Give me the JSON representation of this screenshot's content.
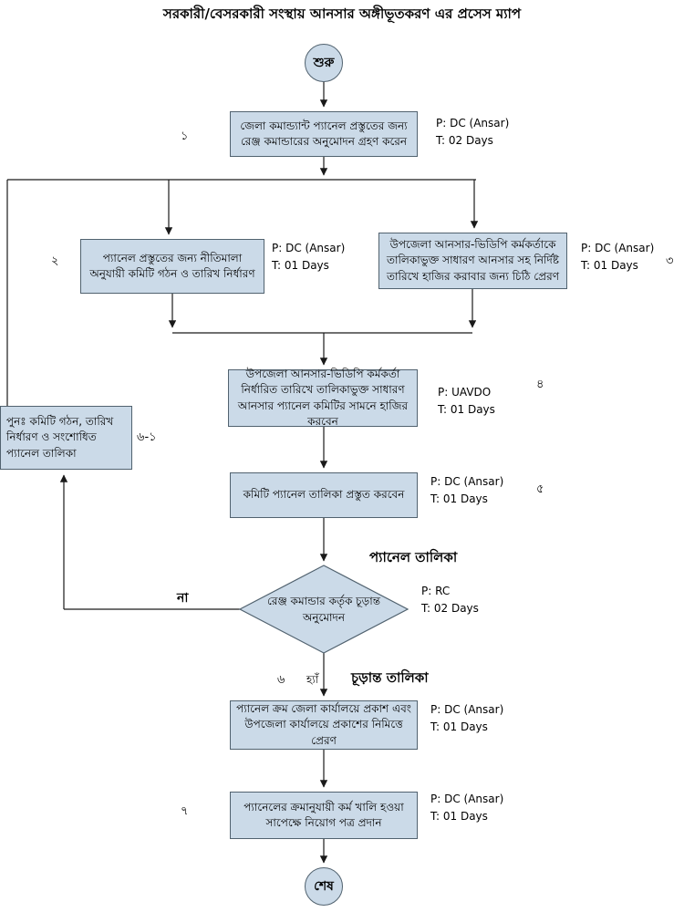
{
  "title": "সরকারী/বেসরকারী সংস্থায় আনসার অঙ্গীভূতকরণ এর প্রসেস ম্যাপ",
  "terminals": {
    "start": "শুরু",
    "end": "শেষ"
  },
  "steps": {
    "s1": {
      "num": "১",
      "text": "জেলা কমান্ড্যান্ট প্যানেল প্রস্তুতের জন্য রেঞ্জ কমান্ডারের অনুমোদন গ্রহণ করেন",
      "p": "P: DC (Ansar)",
      "t": "T: 02 Days"
    },
    "s2": {
      "num": "২",
      "text": "প্যানেল প্রস্তুতের জন্য নীতিমালা অনুযায়ী কমিটি গঠন ও তারিখ নির্ধারণ",
      "p": "P: DC (Ansar)",
      "t": "T: 01 Days"
    },
    "s3": {
      "num": "৩",
      "text": "উপজেলা আনসার-ভিডিপি কর্মকর্তাকে তালিকাভুক্ত সাধারণ আনসার সহ নির্দিষ্ট তারিখে হাজির করাবার জন্য চিঠি প্রেরণ",
      "p": "P: DC (Ansar)",
      "t": "T: 01 Days"
    },
    "s4": {
      "num": "৪",
      "text": "উপজেলা আনসার-ভিডিপি কর্মকর্তা নির্ধারিত তারিখে তালিকাভুক্ত সাধারণ আনসার প্যানেল কমিটির সামনে হাজির করবেন",
      "p": "P: UAVDO",
      "t": "T: 01 Days"
    },
    "s5": {
      "num": "৫",
      "text": "কমিটি প্যানেল তালিকা প্রস্তুত করবেন",
      "p": "P: DC (Ansar)",
      "t": "T: 01 Days"
    },
    "decision": {
      "num": "৬",
      "text": "রেঞ্জ কমান্ডার কর্তৃক চূড়ান্ত অনুমোদন",
      "p": "P: RC",
      "t": "T: 02 Days"
    },
    "s6_1": {
      "num": "৬-১",
      "text": "পুনঃ  কমিটি গঠন, তারিখ নির্ধারণ ও সংশোধিত প্যানেল তালিকা"
    },
    "s6": {
      "text": "প্যানেল ক্রম জেলা কার্যালয়ে প্রকাশ এবং উপজেলা কার্যালয়ে প্রকাশের নিমিত্তে প্রেরণ",
      "p": "P: DC (Ansar)",
      "t": "T: 01 Days"
    },
    "s7": {
      "num": "৭",
      "text": "প্যানেলের ক্রমানুযায়ী কর্ম খালি হওয়া সাপেক্ষে নিয়োগ পত্র প্রদান",
      "p": "P: DC (Ansar)",
      "t": "T: 01 Days"
    }
  },
  "edge_labels": {
    "no": "না",
    "yes": "হ্যাঁ",
    "panel_list": "প্যানেল তালিকা",
    "final_list": "চূড়ান্ত তালিকা"
  },
  "colors": {
    "node_fill": "#cbdae8",
    "node_border": "#51626f",
    "line": "#1a1a1a"
  }
}
